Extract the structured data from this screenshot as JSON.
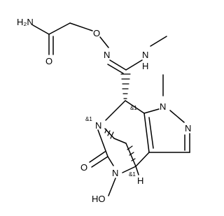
{
  "molecule": {
    "atoms": {
      "amide_n": "H₂N",
      "amide_o": "O",
      "oxime_o": "O",
      "oxime_n": "N",
      "amidine_nh": "N",
      "amidine_h": "H",
      "pyrazole_n1": "N",
      "pyrazole_n2": "N",
      "bridge_n": "N",
      "urea_o": "O",
      "urea_n": "N",
      "ho_label": "HO",
      "bridgehead_h": "H"
    },
    "stereo_labels": {
      "top": "&1",
      "upper_left": "&1",
      "lower": "&1"
    }
  }
}
